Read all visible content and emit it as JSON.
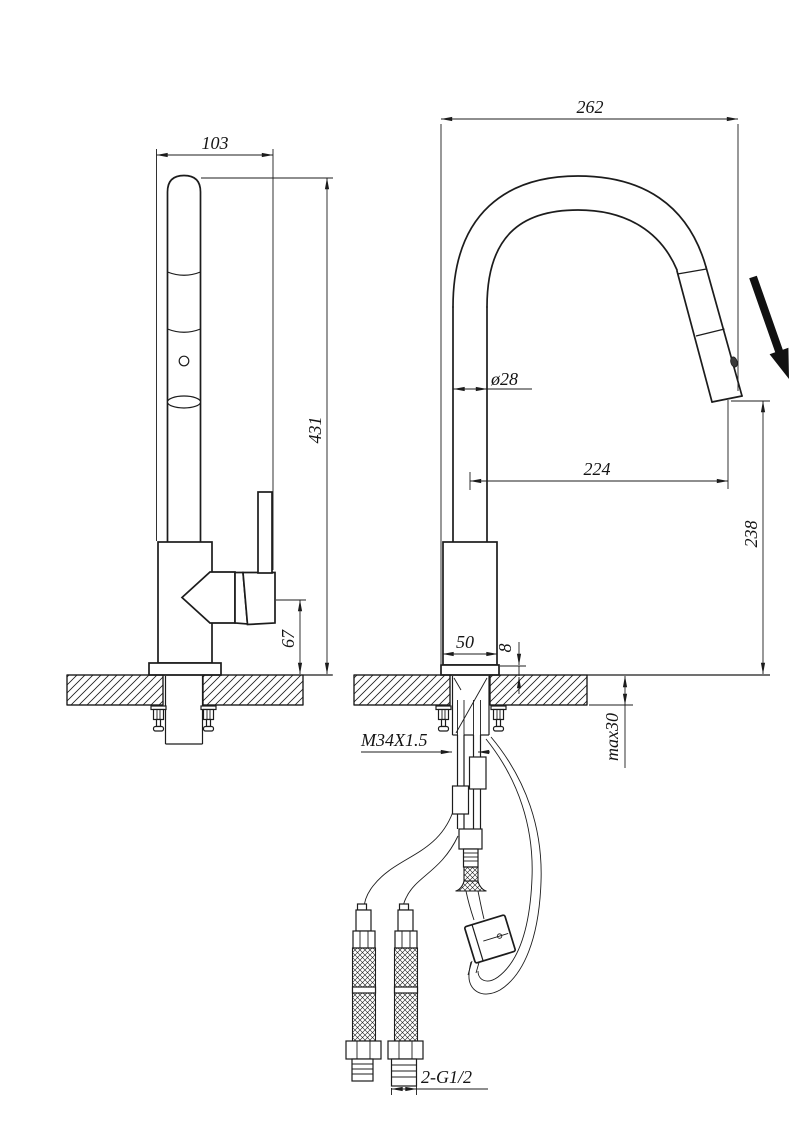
{
  "drawing": {
    "colors": {
      "background": "#ffffff",
      "line": "#1c1c1c"
    },
    "side_view": {
      "dimensions": {
        "width_103": "103",
        "height_431": "431",
        "handle_height_67": "67"
      }
    },
    "front_view": {
      "dimensions": {
        "depth_262": "262",
        "tube_diameter": "ø28",
        "reach_224": "224",
        "outlet_height_238": "238",
        "body_width_50": "50",
        "base_plate_8": "8",
        "counter_max_thickness": "max30",
        "mounting_thread": "M34X1.5",
        "supply_thread": "2-G1/2"
      }
    }
  }
}
